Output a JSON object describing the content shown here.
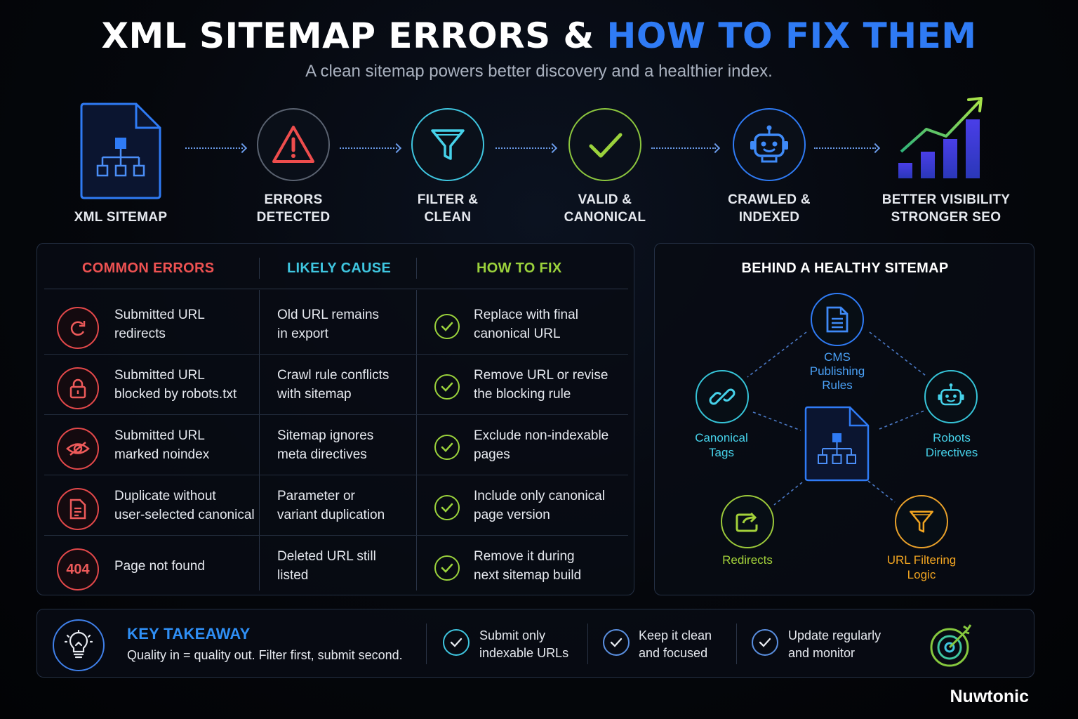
{
  "header": {
    "title_main": "XML SITEMAP ERRORS & ",
    "title_accent": "HOW TO FIX THEM",
    "subtitle": "A clean sitemap powers better discovery and a healthier index."
  },
  "flow": {
    "steps": [
      {
        "line1": "XML SITEMAP",
        "line2": "",
        "icon": "sitemap-file-icon"
      },
      {
        "line1": "ERRORS",
        "line2": "DETECTED",
        "icon": "warning-icon"
      },
      {
        "line1": "FILTER &",
        "line2": "CLEAN",
        "icon": "funnel-icon"
      },
      {
        "line1": "VALID &",
        "line2": "CANONICAL",
        "icon": "checkmark-icon"
      },
      {
        "line1": "CRAWLED &",
        "line2": "INDEXED",
        "icon": "robot-icon"
      },
      {
        "line1": "BETTER VISIBILITY",
        "line2": "STRONGER SEO",
        "icon": "growth-chart-icon"
      }
    ]
  },
  "table": {
    "headers": {
      "errors": "COMMON ERRORS",
      "cause": "LIKELY CAUSE",
      "fix": "HOW TO FIX"
    },
    "rows": [
      {
        "icon": "redirect-icon",
        "icon_text": "",
        "error1": "Submitted URL",
        "error2": "redirects",
        "cause1": "Old URL remains",
        "cause2": "in export",
        "fix1": "Replace with final",
        "fix2": "canonical URL"
      },
      {
        "icon": "lock-icon",
        "icon_text": "",
        "error1": "Submitted URL",
        "error2": "blocked by robots.txt",
        "cause1": "Crawl rule conflicts",
        "cause2": "with sitemap",
        "fix1": "Remove URL or revise",
        "fix2": "the blocking rule"
      },
      {
        "icon": "eye-hidden-icon",
        "icon_text": "",
        "error1": "Submitted URL",
        "error2": "marked noindex",
        "cause1": "Sitemap ignores",
        "cause2": "meta directives",
        "fix1": "Exclude non-indexable",
        "fix2": "pages"
      },
      {
        "icon": "duplicate-doc-icon",
        "icon_text": "",
        "error1": "Duplicate without",
        "error2": "user-selected canonical",
        "cause1": "Parameter or",
        "cause2": "variant duplication",
        "fix1": "Include only canonical",
        "fix2": "page version"
      },
      {
        "icon": "not-found-icon",
        "icon_text": "404",
        "error1": "Page not found",
        "error2": "",
        "cause1": "Deleted URL still",
        "cause2": "listed",
        "fix1": "Remove it during",
        "fix2": "next sitemap build"
      }
    ]
  },
  "side": {
    "title": "BEHIND A HEALTHY SITEMAP",
    "nodes": {
      "cms1": "CMS",
      "cms2": "Publishing",
      "cms3": "Rules",
      "canon1": "Canonical",
      "canon2": "Tags",
      "robots1": "Robots",
      "robots2": "Directives",
      "redirects": "Redirects",
      "filter1": "URL Filtering",
      "filter2": "Logic"
    }
  },
  "takeaway": {
    "title": "KEY TAKEAWAY",
    "text": "Quality in = quality out. Filter first, submit second.",
    "tips": [
      {
        "line1": "Submit only",
        "line2": "indexable URLs"
      },
      {
        "line1": "Keep it clean",
        "line2": "and focused"
      },
      {
        "line1": "Update regularly",
        "line2": "and monitor"
      }
    ]
  },
  "brand": "Nuwtonic",
  "colors": {
    "accent_blue": "#2f7bf5",
    "error_red": "#e2484a",
    "cause_cyan": "#3fc6e0",
    "fix_green": "#9bd23c",
    "redirect_green": "#a3d13a",
    "filter_orange": "#f2a521"
  }
}
